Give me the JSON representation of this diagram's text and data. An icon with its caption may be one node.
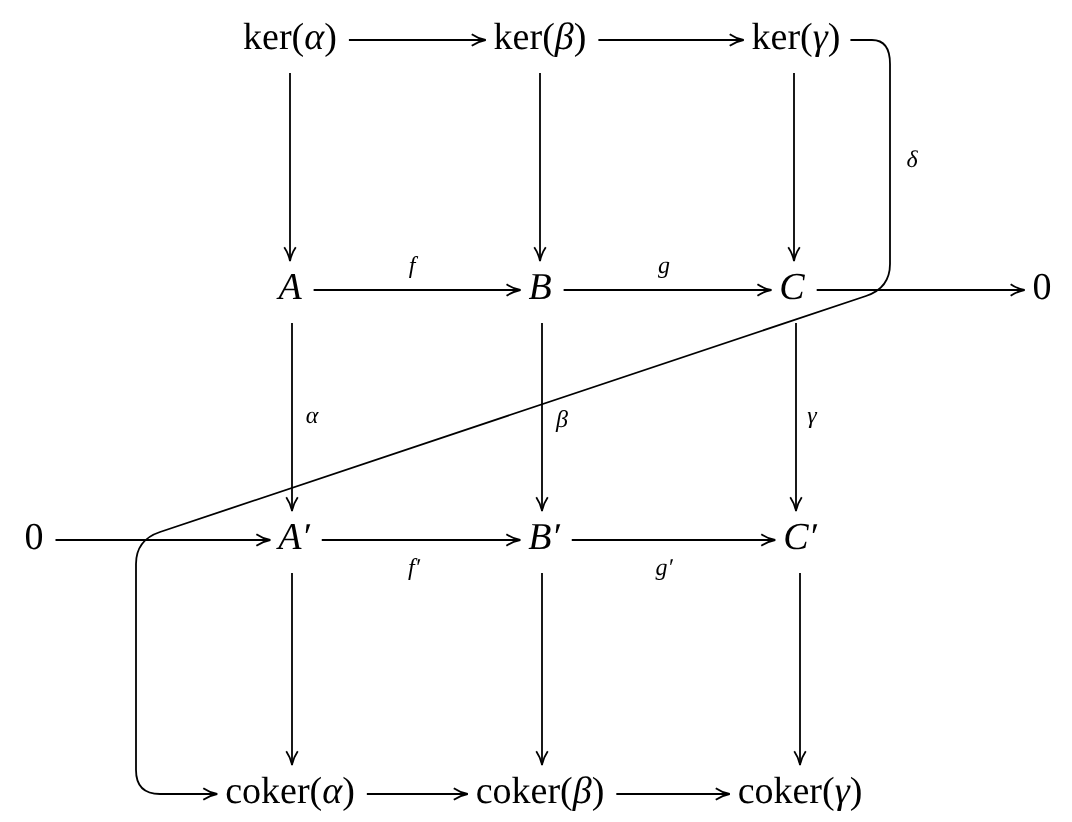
{
  "diagram": {
    "nodes": [
      {
        "text": [
          "ker(*α*)"
        ]
      },
      {
        "text": [
          "ker(*β*)"
        ]
      },
      {
        "text": [
          "ker(*γ*)"
        ]
      },
      {
        "text": [
          "A"
        ]
      },
      {
        "text": [
          "B"
        ]
      },
      {
        "text": [
          "C"
        ]
      },
      {
        "text": [
          "0"
        ]
      },
      {
        "text": [
          "0"
        ]
      },
      {
        "text": [
          "A′"
        ]
      },
      {
        "text": [
          "B′"
        ]
      },
      {
        "text": [
          "C′"
        ]
      },
      {
        "text": [
          "coker(*α*)"
        ]
      },
      {
        "text": [
          "coker(*β*)"
        ]
      },
      {
        "text": [
          "coker(*γ*)"
        ]
      }
    ],
    "edges": [
      {
        "from": 0,
        "to": 1,
        "arrow": "to"
      },
      {
        "from": 1,
        "to": 2,
        "arrow": "to"
      },
      {
        "from": 0,
        "to": 3,
        "arrow": "to"
      },
      {
        "from": 1,
        "to": 4,
        "arrow": "to"
      },
      {
        "from": 2,
        "to": 5,
        "arrow": "to"
      },
      {
        "from": 3,
        "to": 4,
        "arrow": "to",
        "label": "f"
      },
      {
        "from": 4,
        "to": 5,
        "arrow": "to",
        "label": "g"
      },
      {
        "from": 5,
        "to": 6,
        "arrow": "to"
      },
      {
        "from": 3,
        "to": 8,
        "arrow": "to",
        "label": "α"
      },
      {
        "from": 4,
        "to": 9,
        "arrow": "to",
        "label": "β"
      },
      {
        "from": 5,
        "to": 10,
        "arrow": "to",
        "label": "γ"
      },
      {
        "from": 2,
        "to": 11,
        "arrow": "to",
        "label": "δ"
      },
      {
        "from": 7,
        "to": 8,
        "arrow": "to"
      },
      {
        "from": 8,
        "to": 9,
        "arrow": "to",
        "label": "f′"
      },
      {
        "from": 9,
        "to": 10,
        "arrow": "to",
        "label": "g′"
      },
      {
        "from": 8,
        "to": 11,
        "arrow": "to"
      },
      {
        "from": 9,
        "to": 12,
        "arrow": "to"
      },
      {
        "from": 10,
        "to": 13,
        "arrow": "to"
      },
      {
        "from": 11,
        "to": 12,
        "arrow": "to"
      },
      {
        "from": 12,
        "to": 13,
        "arrow": "to"
      }
    ]
  }
}
